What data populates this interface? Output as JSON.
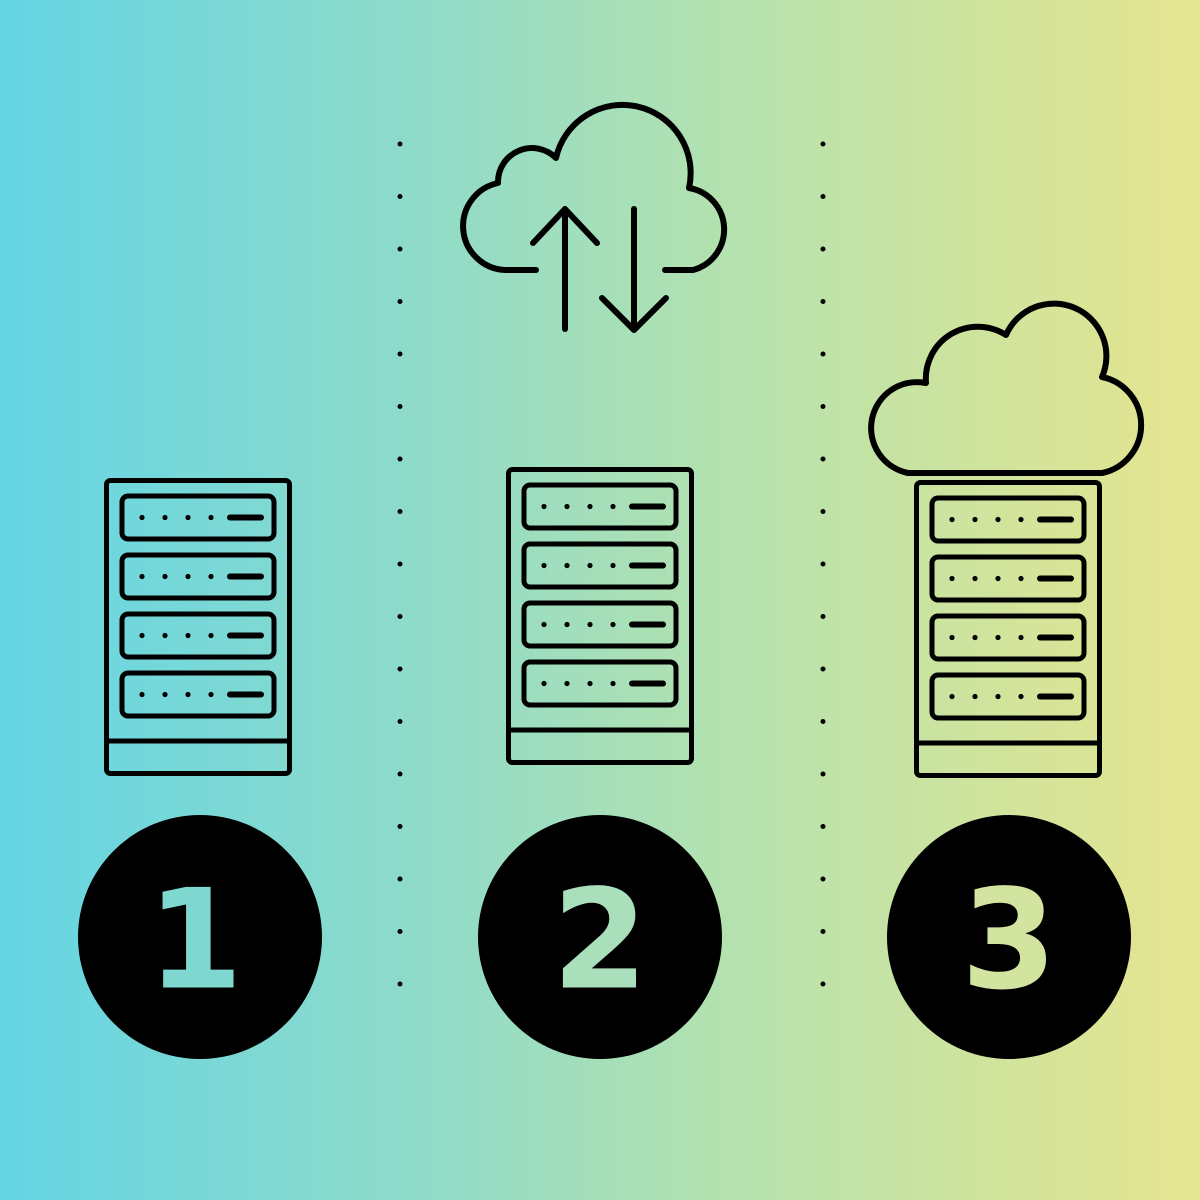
{
  "steps": [
    {
      "number": "1",
      "icon": "server-rack-icon"
    },
    {
      "number": "2",
      "icon": "server-rack-icon",
      "extra_icon": "cloud-sync-icon"
    },
    {
      "number": "3",
      "icon": "server-rack-icon",
      "extra_icon": "cloud-icon"
    }
  ],
  "colors": {
    "gradient_left": "#64d5e4",
    "gradient_right": "#e6e58f",
    "ink": "#000000",
    "number_fill_1": "#7fd8d0",
    "number_fill_2": "#a9dfbb",
    "number_fill_3": "#d3e3a0"
  }
}
